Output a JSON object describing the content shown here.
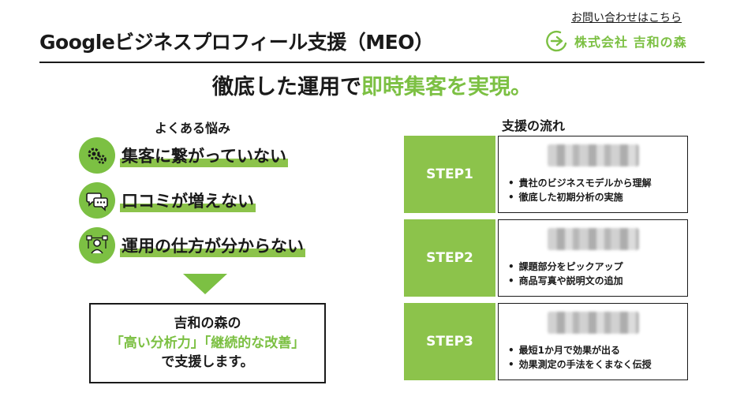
{
  "header": {
    "contact_link": "お問い合わせはこちら",
    "title": "Googleビジネスプロフィール支援（MEO）",
    "company_name": "株式会社 吉和の森"
  },
  "headline": {
    "part1": "徹底した運用で",
    "accent": "即時集客を実現。"
  },
  "worries": {
    "heading": "よくある悩み",
    "items": [
      {
        "label": "集客に繋がっていない",
        "icon": "gears-icon"
      },
      {
        "label": "口コミが増えない",
        "icon": "speech-bubbles-icon"
      },
      {
        "label": "運用の仕方が分からない",
        "icon": "workflow-person-icon"
      }
    ]
  },
  "summary": {
    "line1": "吉和の森の",
    "line2": "「高い分析力」「継続的な改善」",
    "line3": "で支援します。"
  },
  "flow": {
    "heading": "支援の流れ",
    "steps": [
      {
        "label": "STEP1",
        "points": [
          "貴社のビジネスモデルから理解",
          "徹底した初期分析の実施"
        ]
      },
      {
        "label": "STEP2",
        "points": [
          "課題部分をピックアップ",
          "商品写真や説明文の追加"
        ]
      },
      {
        "label": "STEP3",
        "points": [
          "最短1か月で効果が出る",
          "効果測定の手法をくまなく伝授"
        ]
      }
    ]
  },
  "colors": {
    "accent": "#7cc043",
    "step_fill": "#8cc34b",
    "text": "#1a1a1a"
  }
}
